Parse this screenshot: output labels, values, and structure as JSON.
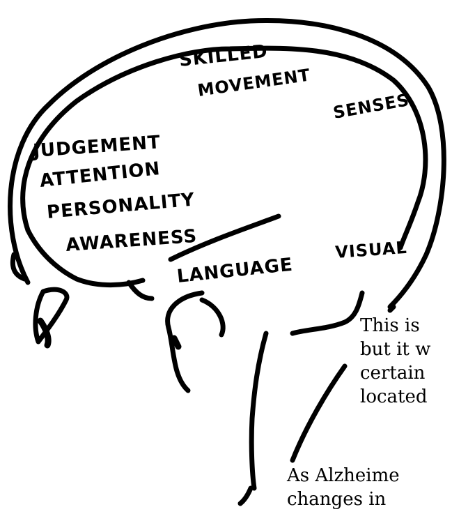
{
  "labels": {
    "skilled_line1": "SKILLED",
    "skilled_line2": "MOVEMENT",
    "senses": "SENSES",
    "judgement": "JUDGEMENT",
    "attention": "ATTENTION",
    "personality": "PERSONALITY",
    "awareness": "AWARENESS",
    "visual": "VISUAL",
    "language": "LANGUAGE"
  },
  "caption": {
    "line1": "This is",
    "line2": "but it w",
    "line3": "certain",
    "line4": "located",
    "line5": "As Alzheime",
    "line6": "changes in"
  }
}
